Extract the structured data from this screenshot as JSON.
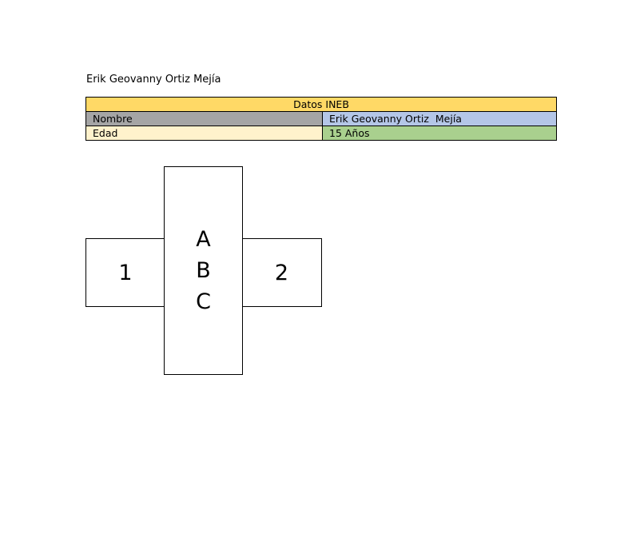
{
  "author_name": "Erik Geovanny Ortiz Mejía",
  "table": {
    "header": "Datos INEB",
    "rows": [
      {
        "label": "Nombre",
        "value": "Erik Geovanny Ortiz  Mejía"
      },
      {
        "label": "Edad",
        "value": "15 Años"
      }
    ]
  },
  "shape": {
    "left_label": "1",
    "center_letters": [
      "A",
      "B",
      "C"
    ],
    "right_label": "2"
  },
  "colors": {
    "header_bg": "#ffd966",
    "nombre_label_bg": "#a5a5a5",
    "nombre_value_bg": "#b4c6e7",
    "edad_label_bg": "#fff2cc",
    "edad_value_bg": "#a9d08e"
  }
}
